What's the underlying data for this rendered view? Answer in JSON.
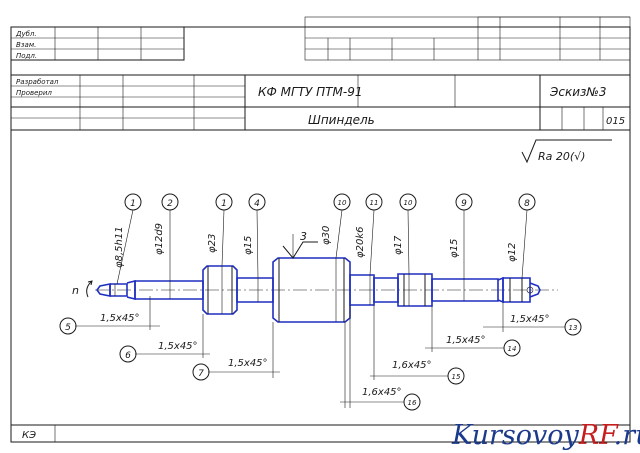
{
  "stamp": {
    "rows_top": [
      "Дубл.",
      "Взам.",
      "Подл."
    ],
    "developer": "Разработал",
    "checked": "Проверил",
    "org": "КФ МГТУ ПТМ-91",
    "sheet_title": "Эскиз№3",
    "part_name": "Шпиндель",
    "sheet_code": "015",
    "footer_code": "КЭ"
  },
  "roughness": "Ra 20(√)",
  "callouts": [
    "1",
    "2",
    "1",
    "4",
    "10",
    "11",
    "10",
    "9",
    "8",
    "5",
    "6",
    "7",
    "16",
    "15",
    "14",
    "13"
  ],
  "diameters": [
    "φ8,5h11",
    "φ12d9",
    "φ23",
    "φ15",
    "φ30",
    "φ20k6",
    "φ17",
    "φ15",
    "φ12"
  ],
  "chamfers": [
    "1,5x45°",
    "1,5x45°",
    "1,5x45°",
    "1,6x45°",
    "1,6x45°",
    "1,5x45°",
    "1,5x45°"
  ],
  "surface_mark": "3",
  "rotation_label": "n",
  "watermark": {
    "part1": "Kursovoy",
    "part2": "RF",
    "part3": ".ru"
  }
}
